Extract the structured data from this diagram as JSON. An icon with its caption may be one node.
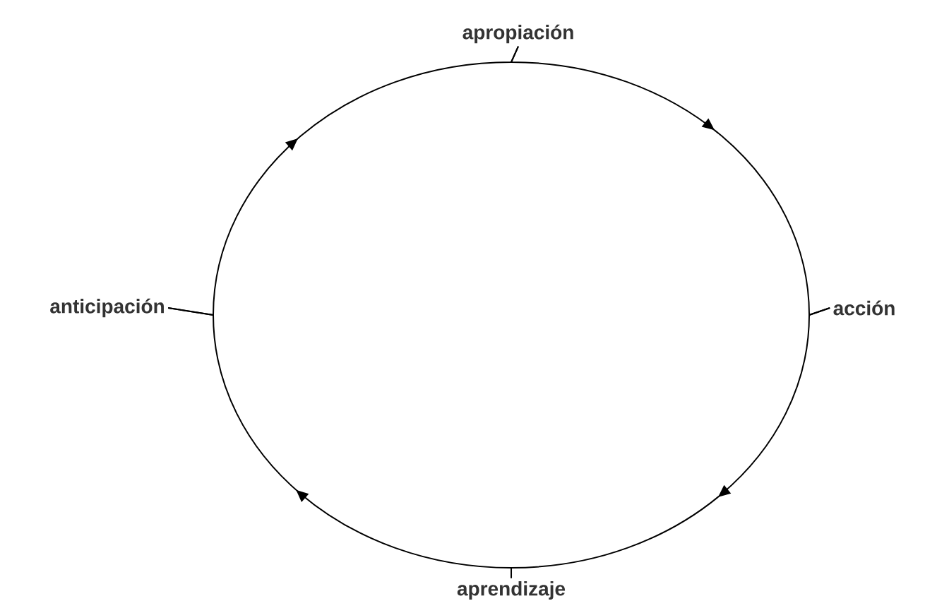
{
  "diagram": {
    "nodes": [
      {
        "text": [
          "apropiación"
        ]
      },
      {
        "text": [
          "acción"
        ]
      },
      {
        "text": [
          "aprendizaje"
        ]
      },
      {
        "text": [
          "anticipación"
        ]
      }
    ],
    "edges": [
      {
        "from": 0,
        "to": 1,
        "arrow": "to"
      },
      {
        "from": 1,
        "to": 2,
        "arrow": "to"
      },
      {
        "from": 2,
        "to": 3,
        "arrow": "to"
      },
      {
        "from": 3,
        "to": 0,
        "arrow": "to"
      }
    ]
  }
}
